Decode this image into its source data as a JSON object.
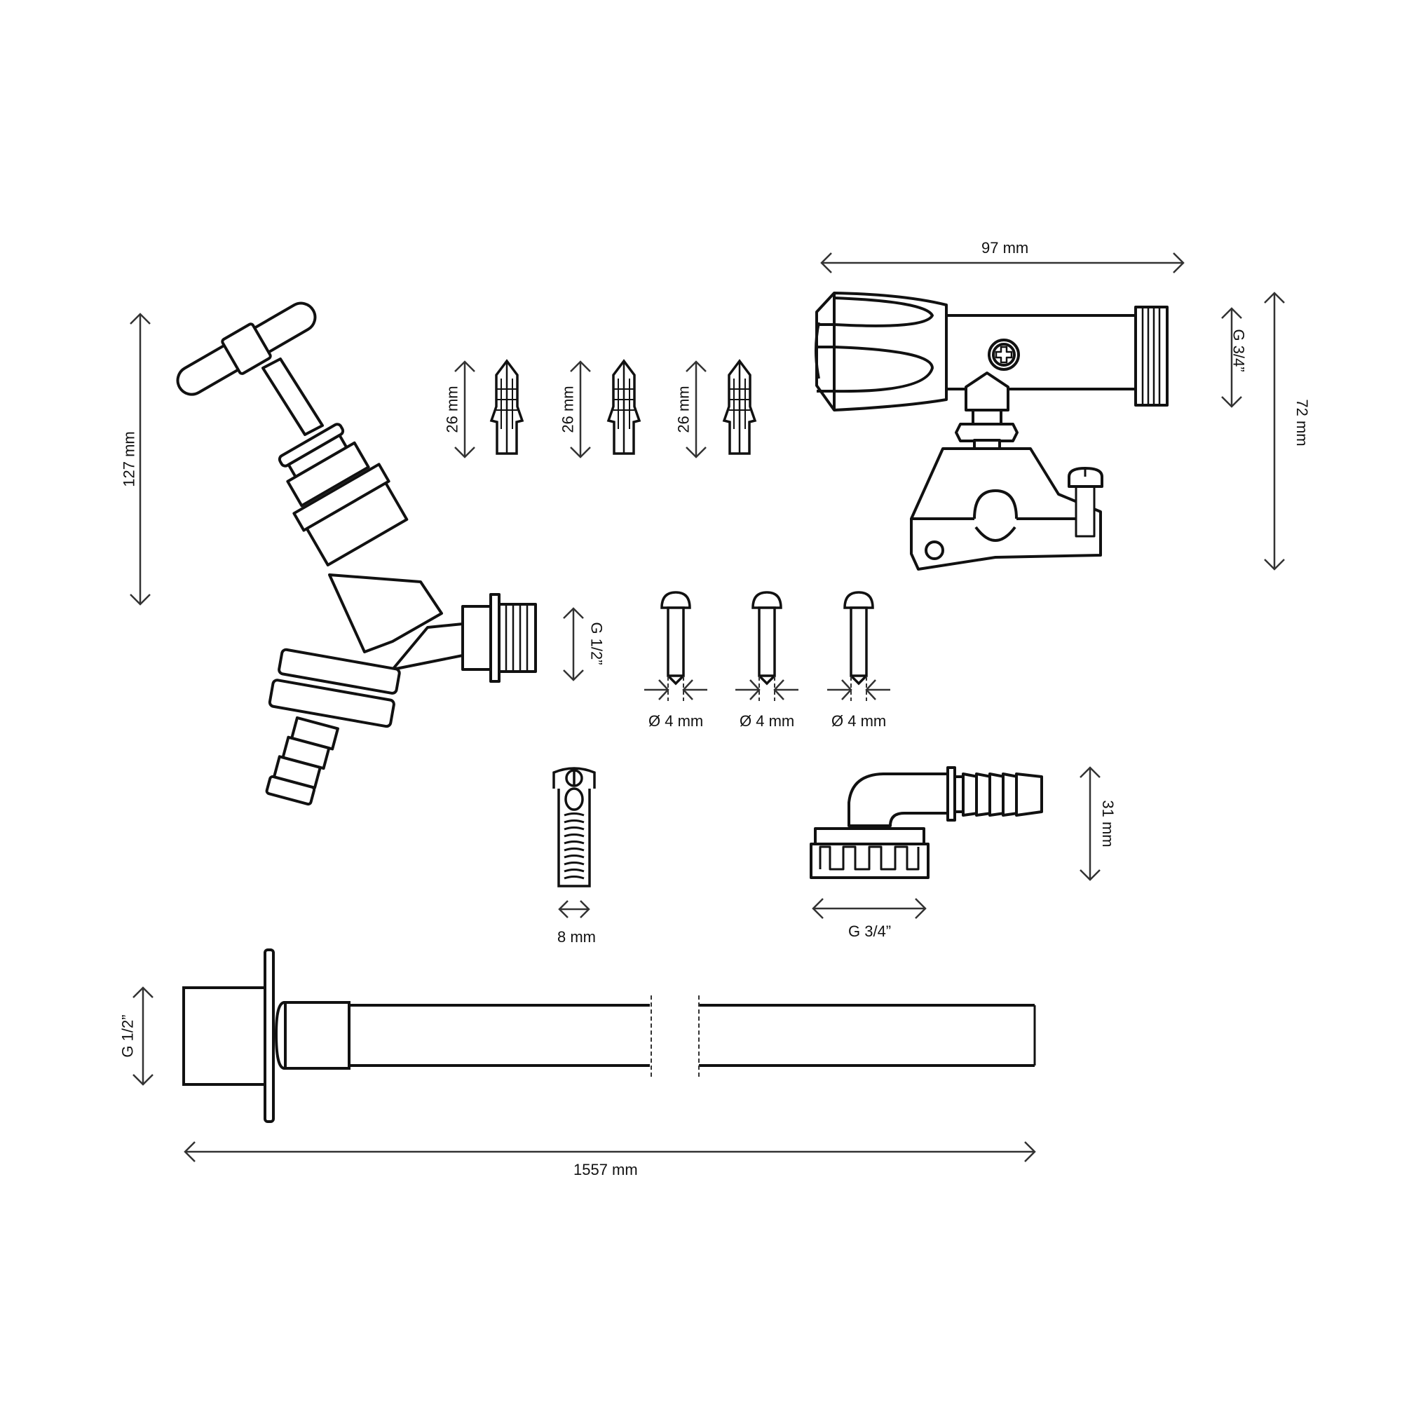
{
  "title": "Outdoor tap kit dimension drawing",
  "stroke_color": "#111111",
  "dim_color": "#333333",
  "background": "#ffffff",
  "components": {
    "tap": {
      "height_label": "127 mm",
      "thread_label": "G 1/2”"
    },
    "wall_plugs": {
      "items": [
        {
          "label": "26 mm"
        },
        {
          "label": "26 mm"
        },
        {
          "label": "26 mm"
        }
      ]
    },
    "screws": {
      "items": [
        {
          "label": "Ø 4 mm"
        },
        {
          "label": "Ø 4 mm"
        },
        {
          "label": "Ø 4 mm"
        }
      ]
    },
    "toggle_bolt": {
      "width_label": "8 mm"
    },
    "saddle_valve": {
      "width_label": "97 mm",
      "height_label": "72 mm",
      "thread_label": "G 3/4”"
    },
    "hose_connector": {
      "height_label": "31 mm",
      "thread_label": "G 3/4”"
    },
    "wall_pipe": {
      "length_label": "1557 mm",
      "thread_label": "G 1/2”"
    }
  }
}
